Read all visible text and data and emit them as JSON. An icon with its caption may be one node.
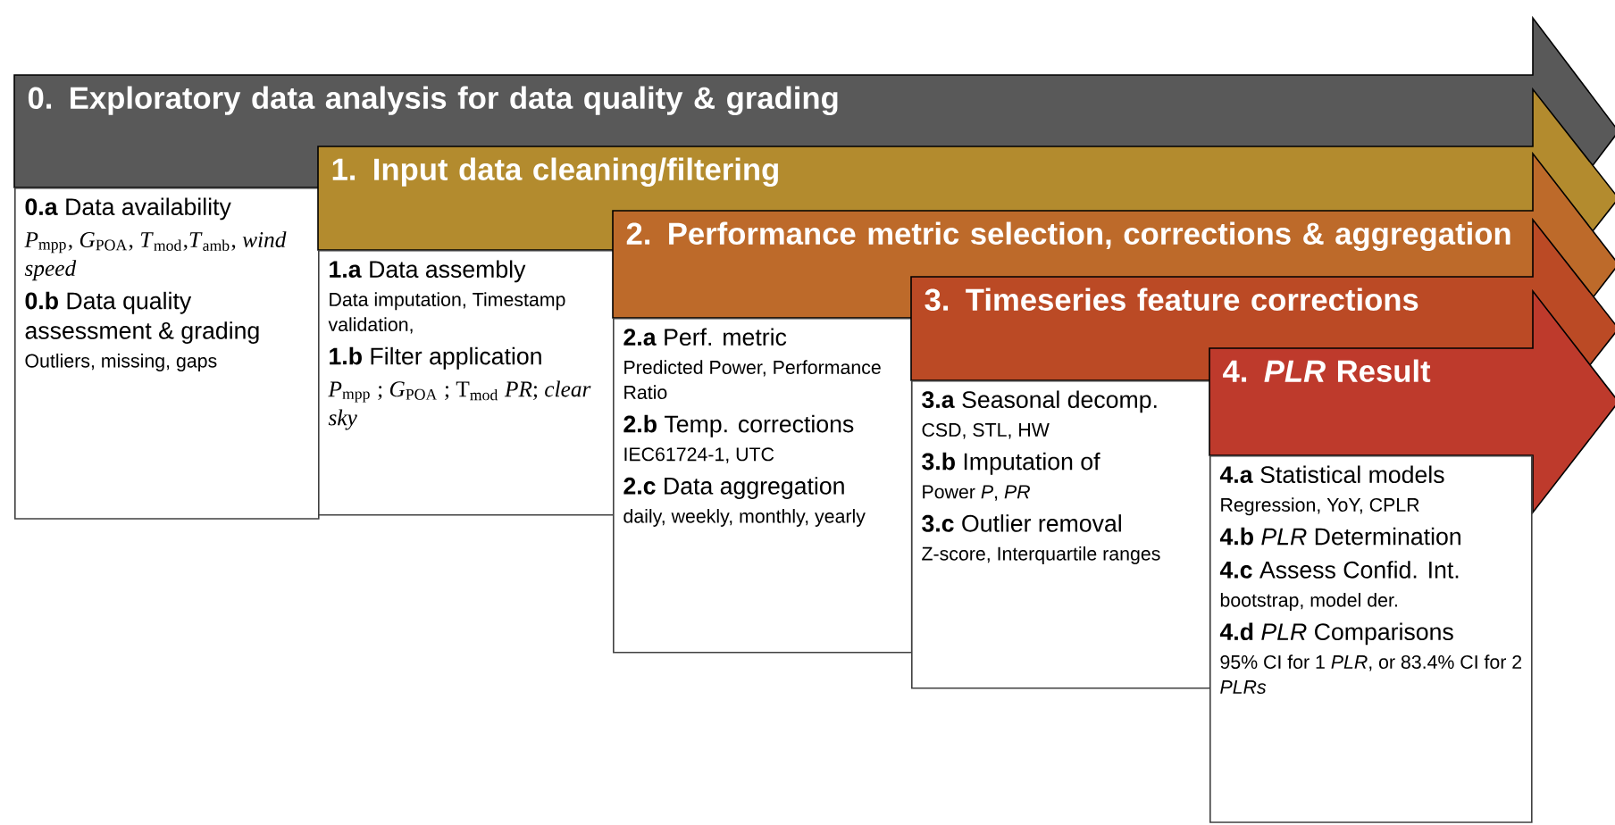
{
  "diagram": {
    "nodes": [
      {
        "text": [
          "0. Exploratory data analysis for data quality & grading"
        ]
      },
      {
        "text": [
          "**0.a** Data availability",
          "*P*$_{mpp}$, *G*$_{POA}$, *T*$_{mod}$,*T*$_{amb}$, *wind speed*",
          "**0.b** Data quality assessment & grading",
          "Outliers, missing, gaps"
        ]
      },
      {
        "text": [
          "1. Input data cleaning/filtering"
        ]
      },
      {
        "text": [
          "**1.a** Data assembly",
          "Data imputation, Timestamp validation,",
          "**1.b** Filter application",
          "*P*$_{mpp}$ ; *G*$_{POA}$ ; T$_{mod}$ *PR*; *clear sky*"
        ]
      },
      {
        "text": [
          "2. Performance metric selection, corrections & aggregation"
        ]
      },
      {
        "text": [
          "**2.a** Perf. metric",
          "Predicted Power, Performance Ratio",
          "**2.b** Temp. corrections",
          "IEC61724-1, UTC",
          "**2.c** Data aggregation",
          "daily, weekly, monthly, yearly"
        ]
      },
      {
        "text": [
          "3. Timeseries feature corrections"
        ]
      },
      {
        "text": [
          "**3.a** Seasonal decomp.",
          "CSD, STL, HW",
          "**3.b** Imputation of",
          "Power *P*, *PR*",
          "**3.c** Outlier removal",
          "Z-score, Interquartile ranges"
        ]
      },
      {
        "text": [
          "4. *PLR* Result"
        ]
      },
      {
        "text": [
          "**4.a** Statistical models",
          "Regression, YoY, CPLR",
          "**4.b** *PLR* Determination",
          "**4.c** Assess Confid. Int.",
          "bootstrap, model der.",
          "**4.d** *PLR* Comparisons",
          "95% CI for 1 *PLR*, or 83.4% CI for 2 *PLRs*"
        ]
      }
    ]
  }
}
